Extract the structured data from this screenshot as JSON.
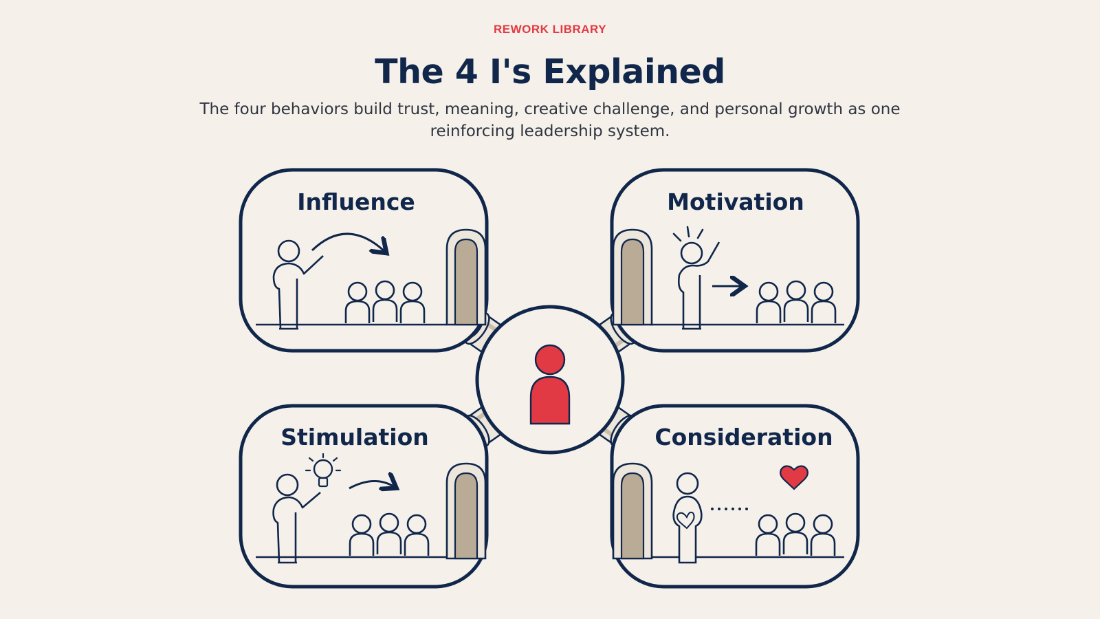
{
  "header": {
    "eyebrow": "REWORK LIBRARY",
    "title": "The 4 I's Explained",
    "subtitle": "The four behaviors build trust, meaning, creative challenge, and personal growth as one reinforcing leadership system."
  },
  "diagram": {
    "panels": [
      {
        "label": "Influence",
        "icon": "presenter-arrow-icon"
      },
      {
        "label": "Motivation",
        "icon": "waving-leader-icon"
      },
      {
        "label": "Stimulation",
        "icon": "lightbulb-idea-icon"
      },
      {
        "label": "Consideration",
        "icon": "heart-care-icon"
      }
    ],
    "center_icon": "leader-person-icon"
  },
  "colors": {
    "background": "#f5f1ea",
    "navy": "#10264a",
    "accent_red": "#e23a44",
    "pipe_tan": "#b9ab96",
    "pipe_light": "#ece6dc"
  }
}
